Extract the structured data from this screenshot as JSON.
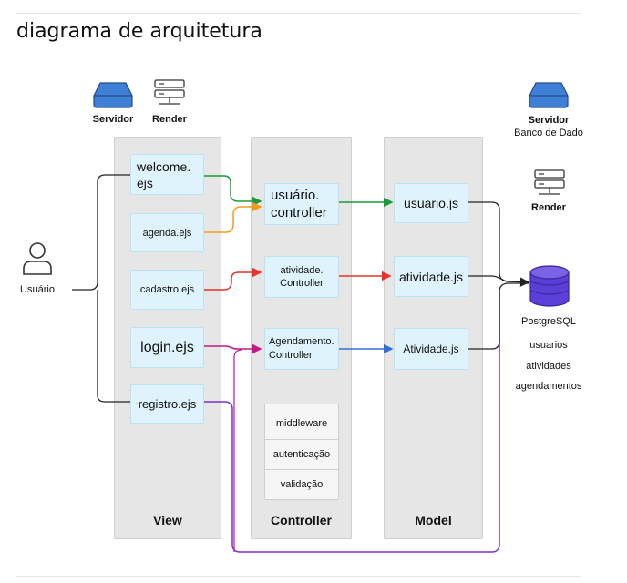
{
  "page": {
    "title": "diagrama de arquitetura"
  },
  "icons": {
    "servidor": "Servidor",
    "render_left": "Render",
    "servidor_db_line1": "Servidor",
    "servidor_db_line2": "Banco de Dado",
    "render_right": "Render",
    "usuario": "Usuário"
  },
  "columns": {
    "view": "View",
    "controller": "Controller",
    "model": "Model"
  },
  "view": {
    "welcome": "welcome.\nejs",
    "agenda": "agenda.ejs",
    "cadastro": "cadastro.ejs",
    "login": "login.ejs",
    "registro": "registro.ejs"
  },
  "controller": {
    "usuario": "usuário.\ncontroller",
    "atividade": "atividade.\nController",
    "agendamento": "Agendamento.\nController",
    "middleware": [
      "middleware",
      "autenticação",
      "validação"
    ]
  },
  "model": {
    "usuario": "usuario.js",
    "atividade": "atividade.js",
    "Atividade": "Atividade.js"
  },
  "database": {
    "name": "PostgreSQL",
    "tables": [
      "usuarios",
      "atividades",
      "agendamentos"
    ]
  },
  "colors": {
    "green": "#1a9a3a",
    "orange": "#f39a1e",
    "red": "#e8322a",
    "blue": "#2f6fd6",
    "magenta": "#c2188a",
    "purple": "#7b2fd1",
    "db": "#5b3fd8",
    "server": "#3f7fd6"
  }
}
